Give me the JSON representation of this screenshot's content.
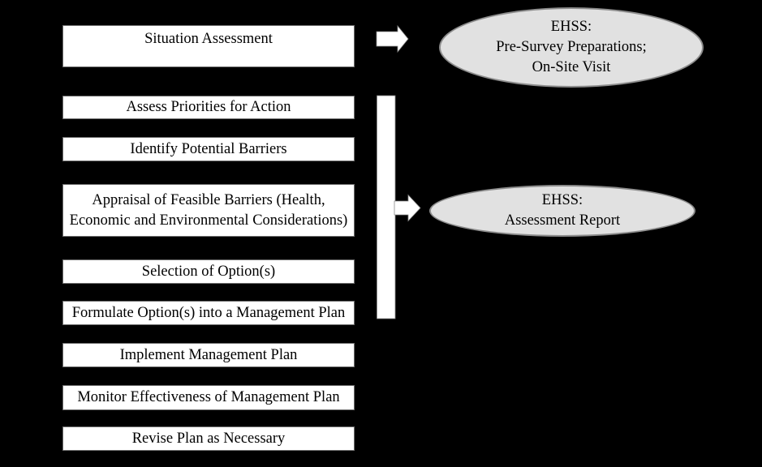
{
  "diagram": {
    "steps": [
      {
        "label": "Situation Assessment"
      },
      {
        "label": "Assess Priorities for Action"
      },
      {
        "label": "Identify Potential Barriers"
      },
      {
        "label": "Appraisal of Feasible Barriers (Health, Economic and Environmental Considerations)"
      },
      {
        "label": "Selection of Option(s)"
      },
      {
        "label": "Formulate Option(s) into a Management Plan"
      },
      {
        "label": "Implement Management Plan"
      },
      {
        "label": "Monitor Effectiveness of Management Plan"
      },
      {
        "label": "Revise Plan as Necessary"
      }
    ],
    "outputs": [
      {
        "lines": [
          "EHSS:",
          "Pre-Survey Preparations;",
          "On-Site Visit"
        ]
      },
      {
        "lines": [
          "EHSS:",
          "Assessment Report"
        ]
      }
    ],
    "colors": {
      "background": "#000000",
      "box_fill": "#ffffff",
      "box_border": "#6e6e6e",
      "ellipse_fill": "#e1e1e1",
      "ellipse_border": "#8c8c8c",
      "connector": "#ffffff",
      "text": "#000000"
    }
  }
}
